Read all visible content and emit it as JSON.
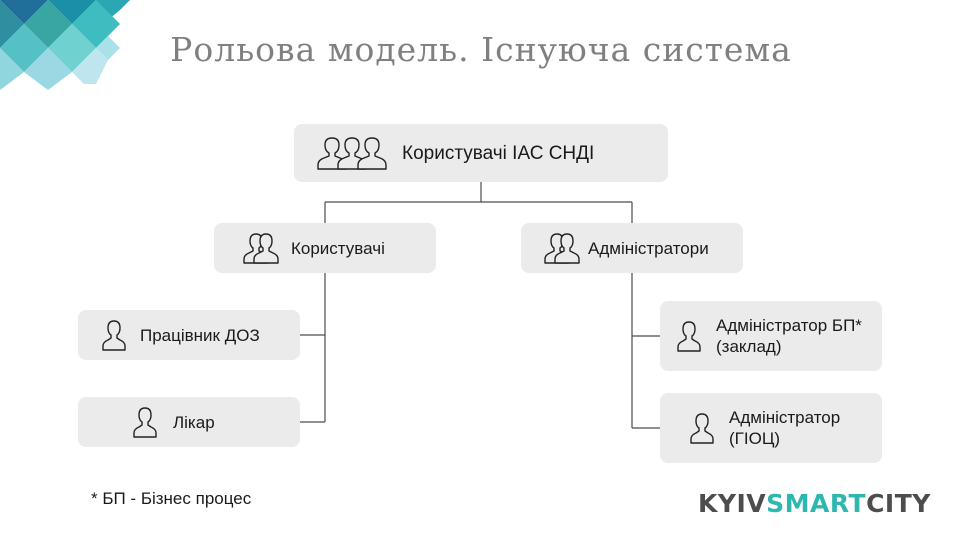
{
  "slide": {
    "title": "Рольова модель. Існуюча система",
    "footnote": "* БП - Бізнес процес"
  },
  "nodes": {
    "root": {
      "label": "Користувачі ІАС СНДІ",
      "icon": "user-group-icon"
    },
    "users": {
      "label": "Користувачі",
      "icon": "users-icon"
    },
    "admins": {
      "label": "Адміністратори",
      "icon": "users-icon"
    },
    "doz": {
      "label": "Працівник ДОЗ",
      "icon": "user-icon"
    },
    "doctor": {
      "label": "Лікар",
      "icon": "user-icon"
    },
    "admin_bp": {
      "line1": "Адміністратор БП*",
      "line2": "(заклад)",
      "icon": "user-icon"
    },
    "admin_gioc": {
      "line1": "Адміністратор",
      "line2": "(ГІОЦ)",
      "icon": "user-icon"
    }
  },
  "logo": {
    "part1": "KYIV",
    "part2": "SMART",
    "part3": "CITY"
  },
  "colors": {
    "node_fill": "#ebebeb",
    "connector": "#4d4d4d",
    "title": "#808080",
    "logo_accent": "#2eb7ae",
    "logo_dark": "#4d4d4d"
  }
}
